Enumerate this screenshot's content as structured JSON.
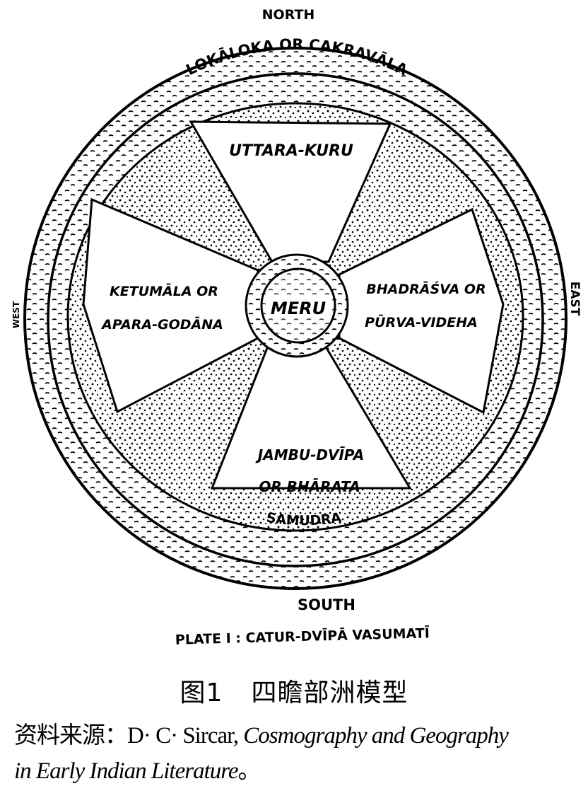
{
  "directions": {
    "north": "NORTH",
    "south": "SOUTH",
    "east": "EAST",
    "west": "WEST"
  },
  "rings": {
    "outer": "LOKĀLOKA OR CAKRAVĀLA",
    "ocean": "SAMUDRA"
  },
  "continents": {
    "north": "UTTARA-KURU",
    "west_1": "KETUMĀLA OR",
    "west_2": "APARA-GODĀNA",
    "east_1": "BHADRĀŚVA OR",
    "east_2": "PŪRVA-VIDEHA",
    "south_1": "JAMBU-DVĪPA",
    "south_2": "OR BHĀRATA",
    "center": "MERU"
  },
  "plate_caption": "PLATE I : CATUR-DVĪPĀ VASUMATĪ",
  "figure": {
    "number": "图1",
    "title": "四瞻部洲模型"
  },
  "source": {
    "prefix": "资料来源：",
    "author": "D· C· Sircar, ",
    "title_line1": "Cosmography and Geography",
    "title_line2": "in Early Indian Literature",
    "suffix": "。"
  }
}
